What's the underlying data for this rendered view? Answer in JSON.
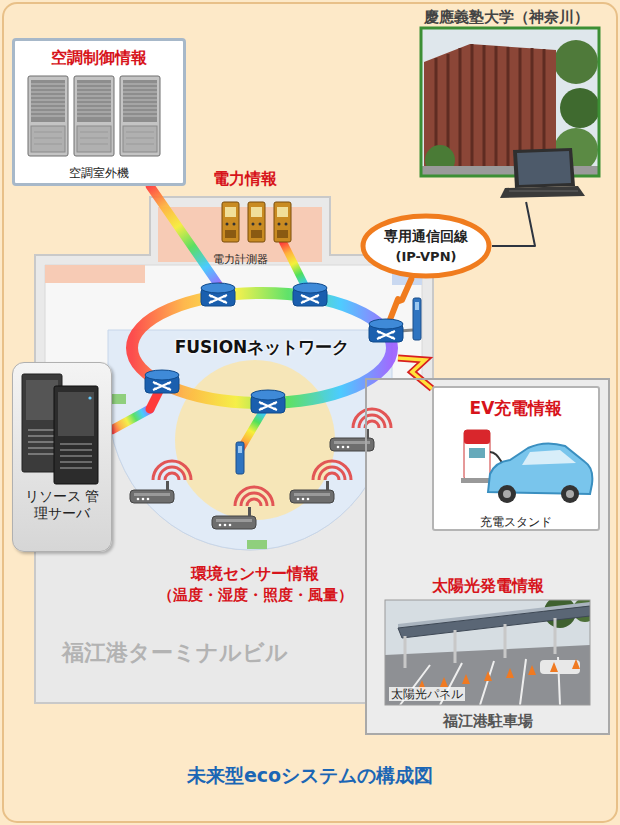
{
  "diagram": {
    "caption": "未来型ecoシステムの構成図",
    "nodes": [
      {
        "text": [
          "空調制御情報",
          "空調室外機"
        ]
      },
      {
        "text": [
          "慶應義塾大学（神奈川）"
        ]
      },
      {
        "text": [
          "専用通信回線",
          "(IP-VPN)"
        ]
      },
      {
        "text": [
          "福江港ターミナルビル"
        ]
      },
      {
        "text": [
          "FUSIONネットワーク"
        ],
        "in": 3
      },
      {
        "text": [
          "リソース 管理サーバ"
        ]
      },
      {
        "text": [
          "太陽光発電情報",
          "太陽光パネル",
          "福江港駐車場"
        ]
      },
      {
        "text": [
          "EV充電情報",
          "充電スタンド"
        ],
        "in": 6
      }
    ],
    "edges": [
      {
        "from": 1,
        "to": 2,
        "arrow": "none"
      },
      {
        "from": 2,
        "to": 4,
        "arrow": "none"
      },
      {
        "from": 0,
        "to": 4,
        "arrow": "none"
      },
      {
        "from": 5,
        "to": 4,
        "arrow": "none"
      },
      {
        "from": 4,
        "to": 7,
        "arrow": "none"
      }
    ],
    "labels": [
      "電力情報",
      "電力計測器",
      "環境センサー情報",
      "（温度・湿度・照度・風量）"
    ]
  }
}
